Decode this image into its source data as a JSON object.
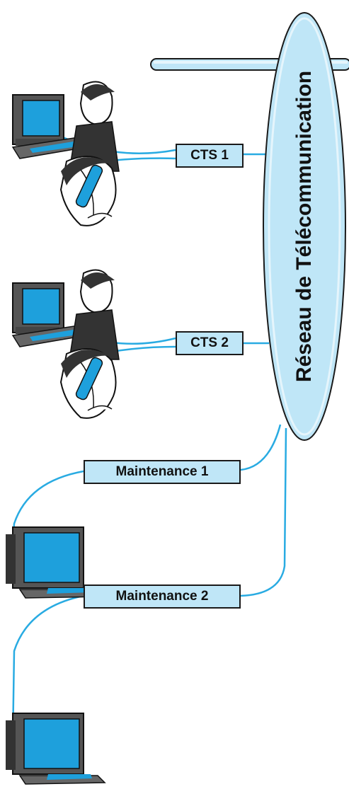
{
  "network": {
    "label": "Réseau de Télécommunication"
  },
  "nodes": [
    {
      "label": "CTS 1"
    },
    {
      "label": "CTS 2"
    },
    {
      "label": "Maintenance 1"
    },
    {
      "label": "Maintenance 2"
    }
  ],
  "colors": {
    "line": "#29abe2",
    "fill": "#bfe6f7",
    "screen": "#1ea0dc",
    "stroke": "#1a1a1a"
  },
  "icons": [
    "workstation-operator-icon",
    "phone-operator-icon",
    "computer-icon"
  ]
}
